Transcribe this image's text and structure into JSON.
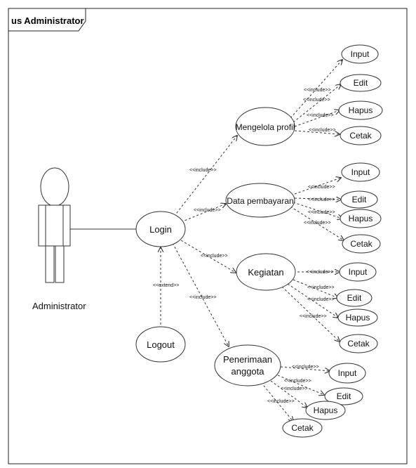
{
  "frame": {
    "title": "us Administrator"
  },
  "actor": {
    "name": "Administrator"
  },
  "usecases": {
    "login": "Login",
    "logout": "Logout",
    "mengelola_profil": "Mengelola profil",
    "data_pembayaran": "Data pembayaran",
    "kegiatan": "Kegiatan",
    "penerimaan_line1": "Penerimaan",
    "penerimaan_line2": "anggota",
    "profil_input": "Input",
    "profil_edit": "Edit",
    "profil_hapus": "Hapus",
    "profil_cetak": "Cetak",
    "bayar_input": "Input",
    "bayar_edit": "Edit",
    "bayar_hapus": "Hapus",
    "bayar_cetak": "Cetak",
    "keg_input": "Input",
    "keg_edit": "Edit",
    "keg_hapus": "Hapus",
    "keg_cetak": "Cetak",
    "pen_input": "Input",
    "pen_edit": "Edit",
    "pen_hapus": "Hapus",
    "pen_cetak": "Cetak"
  },
  "relations": {
    "include": "<<include>>",
    "extend": "<<extend>>"
  }
}
